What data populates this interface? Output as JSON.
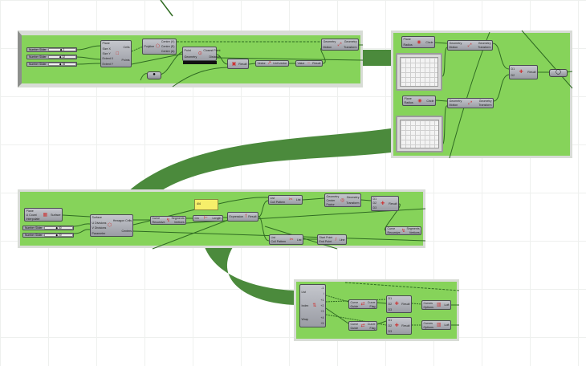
{
  "canvas": {
    "background": "#ffffff",
    "group_color": "#86d35a",
    "wire_color": "#2f6b22",
    "ribbon_color": "#4b8a3c"
  },
  "nodes": [
    {
      "id": "s1",
      "type": "slider",
      "label": "Number Slider",
      "value": "◆ 2"
    },
    {
      "id": "s2",
      "type": "slider",
      "label": "Number Slider",
      "value": "◆ 32"
    },
    {
      "id": "s3",
      "type": "slider",
      "label": "Number Slider",
      "value": "◆ 16"
    },
    {
      "id": "rect-grid",
      "type": "component",
      "inputs": [
        "Plane",
        "Size X",
        "Size Y",
        "Extent X",
        "Extent Y"
      ],
      "outputs": [
        "Cells",
        "Points"
      ],
      "icon": "□"
    },
    {
      "id": "poly-center",
      "type": "component",
      "inputs": [
        "Polyline"
      ],
      "outputs": [
        "Centre (V)",
        "Centre (E)",
        "Centre (A)"
      ],
      "icon": "⬠"
    },
    {
      "id": "closest-pt",
      "type": "component",
      "inputs": [
        "Point",
        "Geometry"
      ],
      "outputs": [
        "Closest Point",
        "Distance"
      ],
      "icon": "⊙"
    },
    {
      "id": "bool",
      "type": "component",
      "inputs": [
        "",
        ""
      ],
      "outputs": [
        "Result"
      ],
      "icon": "▣"
    },
    {
      "id": "unit-vec",
      "type": "component",
      "inputs": [
        "Vector"
      ],
      "outputs": [
        "Unit vector"
      ],
      "icon": "↗"
    },
    {
      "id": "negate",
      "type": "component",
      "inputs": [
        "Value"
      ],
      "outputs": [
        "Result"
      ],
      "icon": "−"
    },
    {
      "id": "move1",
      "type": "component",
      "inputs": [
        "Geometry",
        "Motion"
      ],
      "outputs": [
        "Geometry",
        "Transform"
      ],
      "icon": "⤢"
    },
    {
      "id": "circle1",
      "type": "component",
      "inputs": [
        "Plane",
        "Radius"
      ],
      "outputs": [
        "Circle"
      ],
      "icon": "◉"
    },
    {
      "id": "move2",
      "type": "component",
      "inputs": [
        "Geometry",
        "Motion"
      ],
      "outputs": [
        "Geometry",
        "Transform"
      ],
      "icon": "⤢"
    },
    {
      "id": "circle2",
      "type": "component",
      "inputs": [
        "Plane",
        "Radius"
      ],
      "outputs": [
        "Circle"
      ],
      "icon": "◉"
    },
    {
      "id": "move3",
      "type": "component",
      "inputs": [
        "Geometry",
        "Motion"
      ],
      "outputs": [
        "Geometry",
        "Transform"
      ],
      "icon": "⤢"
    },
    {
      "id": "merge1",
      "type": "component",
      "inputs": [
        "D1",
        "D2"
      ],
      "outputs": [
        "Result"
      ],
      "icon": "✚"
    },
    {
      "id": "plane-srf",
      "type": "component",
      "inputs": [
        "Plane",
        "U Count",
        "Interpolate"
      ],
      "outputs": [
        "Surface"
      ],
      "icon": "▦"
    },
    {
      "id": "s4",
      "type": "slider",
      "label": "Number Slider",
      "value": "◆ 40"
    },
    {
      "id": "s5",
      "type": "slider",
      "label": "Number Slider",
      "value": "◆ 20"
    },
    {
      "id": "hex-cells",
      "type": "component",
      "inputs": [
        "Surface",
        "U Divisions",
        "V Divisions",
        "Parameter"
      ],
      "outputs": [
        "Hexagon Cells",
        "Centers"
      ],
      "icon": "⬡"
    },
    {
      "id": "explode1",
      "type": "component",
      "inputs": [
        "Curve",
        "Recursive"
      ],
      "outputs": [
        "Segments",
        "Vertices"
      ],
      "icon": "↯"
    },
    {
      "id": "length",
      "type": "component",
      "inputs": [
        "Crv"
      ],
      "outputs": [
        "Length"
      ],
      "icon": "⊢"
    },
    {
      "id": "expr",
      "type": "component",
      "inputs": [
        "Expression"
      ],
      "outputs": [
        "Result"
      ],
      "icon": "f"
    },
    {
      "id": "cull1",
      "type": "component",
      "inputs": [
        "List",
        "Cull Pattern"
      ],
      "outputs": [
        "List"
      ],
      "icon": "✂"
    },
    {
      "id": "cull2",
      "type": "component",
      "inputs": [
        "List",
        "Cull Pattern"
      ],
      "outputs": [
        "List"
      ],
      "icon": "✂"
    },
    {
      "id": "line",
      "type": "component",
      "inputs": [
        "Start Point",
        "End Point"
      ],
      "outputs": [
        "Line"
      ],
      "icon": "/"
    },
    {
      "id": "scale",
      "type": "component",
      "inputs": [
        "Geometry",
        "Center",
        "Factor"
      ],
      "outputs": [
        "Geometry",
        "Transform"
      ],
      "icon": "◎"
    },
    {
      "id": "merge2",
      "type": "component",
      "inputs": [
        "D1",
        "D2",
        "D3"
      ],
      "outputs": [
        "Result"
      ],
      "icon": "✚"
    },
    {
      "id": "explode2",
      "type": "component",
      "inputs": [
        "Curve",
        "Recursive"
      ],
      "outputs": [
        "Segments",
        "Vertices"
      ],
      "icon": "↯"
    },
    {
      "id": "shift-list",
      "type": "component",
      "inputs": [
        "List",
        "Index",
        "Wrap"
      ],
      "outputs": [
        "-1",
        "i",
        "+1",
        "+2",
        "+3",
        "+4",
        "+5"
      ],
      "icon": "⇅"
    },
    {
      "id": "flip1",
      "type": "component",
      "inputs": [
        "Curve",
        "Guide"
      ],
      "outputs": [
        "Curve",
        "Flag"
      ],
      "icon": "⇄"
    },
    {
      "id": "flip2",
      "type": "component",
      "inputs": [
        "Curve",
        "Guide"
      ],
      "outputs": [
        "Curve",
        "Flag"
      ],
      "icon": "⇄"
    },
    {
      "id": "merge3",
      "type": "component",
      "inputs": [
        "D1",
        "D2",
        "D3"
      ],
      "outputs": [
        "Result"
      ],
      "icon": "✚"
    },
    {
      "id": "merge4",
      "type": "component",
      "inputs": [
        "D1",
        "D2",
        "D3"
      ],
      "outputs": [
        "Result"
      ],
      "icon": "✚"
    },
    {
      "id": "loft1",
      "type": "component",
      "inputs": [
        "Curves",
        "Options"
      ],
      "outputs": [
        "Loft"
      ],
      "icon": "▥"
    },
    {
      "id": "loft2",
      "type": "component",
      "inputs": [
        "Curves",
        "Options"
      ],
      "outputs": [
        "Loft"
      ],
      "icon": "▥"
    }
  ],
  "panel": {
    "text": "4/4"
  }
}
